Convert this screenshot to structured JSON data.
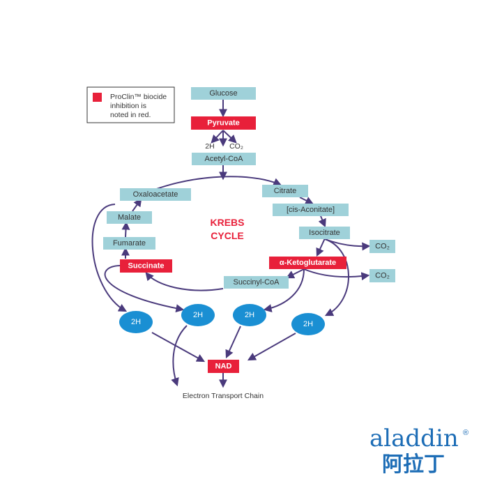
{
  "legend": {
    "text_lines": [
      "ProClin™ biocide",
      "inhibition is",
      "noted in red."
    ]
  },
  "center_label": [
    "KREBS",
    "CYCLE"
  ],
  "nodes": {
    "glucose": "Glucose",
    "pyruvate": "Pyruvate",
    "h2_top": "2H",
    "co2_top": "CO₂",
    "acetyl_coa": "Acetyl-CoA",
    "citrate": "Citrate",
    "cis_aconitate": "[cis-Aconitate]",
    "isocitrate": "Isocitrate",
    "co2_right1": "CO₂",
    "alpha_ketoglutarate": "α-Ketoglutarate",
    "co2_right2": "CO₂",
    "succinyl_coa": "Succinyl-CoA",
    "succinate": "Succinate",
    "fumarate": "Fumarate",
    "malate": "Malate",
    "oxaloacetate": "Oxaloacetate",
    "h2_oval1": "2H",
    "h2_oval2": "2H",
    "h2_oval3": "2H",
    "h2_oval4": "2H",
    "nad": "NAD",
    "etc": "Electron Transport Chain"
  },
  "logo": {
    "latin": "aladdin",
    "chinese": "阿拉丁",
    "reg": "®"
  },
  "colors": {
    "normal_box": "#9fd1d9",
    "inhibited_box": "#e8203a",
    "arrow": "#4a3a7c",
    "oval": "#1a8fd3",
    "legend_swatch": "#e8203a",
    "logo": "#1d6db6"
  }
}
